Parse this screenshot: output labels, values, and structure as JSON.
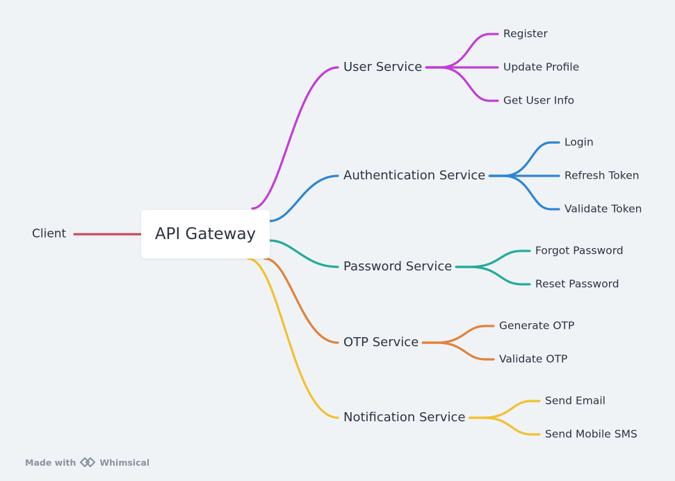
{
  "root": {
    "label": "Client",
    "color": "#cc4a5a"
  },
  "central": {
    "label": "API Gateway"
  },
  "services": [
    {
      "label": "User Service",
      "color": "#c13ed6",
      "children": [
        "Register",
        "Update Profile",
        "Get User Info"
      ]
    },
    {
      "label": "Authentication Service",
      "color": "#2f85d4",
      "children": [
        "Login",
        "Refresh Token",
        "Validate Token"
      ]
    },
    {
      "label": "Password Service",
      "color": "#22ab9b",
      "children": [
        "Forgot Password",
        "Reset Password"
      ]
    },
    {
      "label": "OTP Service",
      "color": "#e0823b",
      "children": [
        "Generate OTP",
        "Validate OTP"
      ]
    },
    {
      "label": "Notification Service",
      "color": "#f2c12e",
      "children": [
        "Send Email",
        "Send Mobile SMS"
      ]
    }
  ],
  "watermark": {
    "prefix": "Made with",
    "brand": "Whimsical",
    "icon": "whimsical-logo-icon"
  }
}
